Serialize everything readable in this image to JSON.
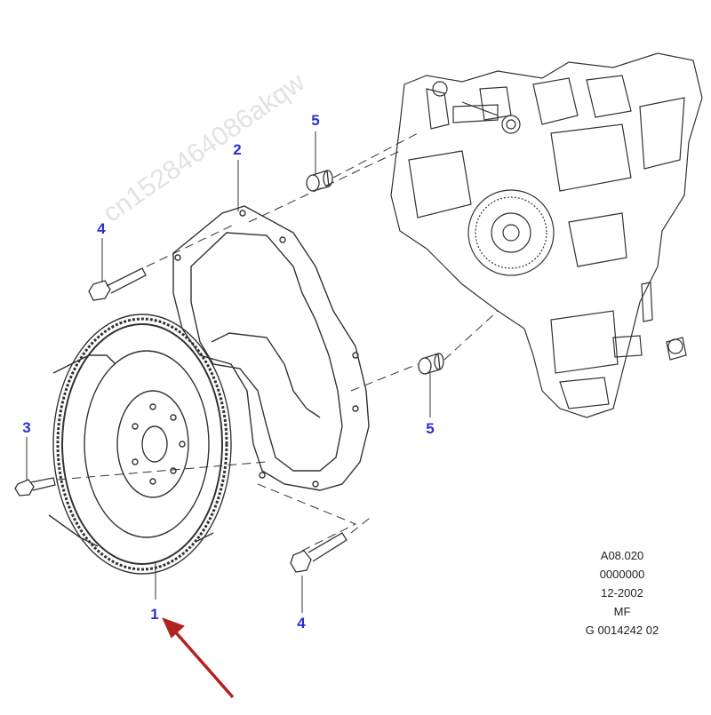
{
  "callouts": {
    "flywheel": "1",
    "adapter_plate": "2",
    "flywheel_bolt": "3",
    "plate_bolt_upper": "4",
    "plate_bolt_lower": "4",
    "dowel_upper": "5",
    "dowel_lower": "5"
  },
  "reference_block": {
    "line1": "A08.020",
    "line2": "0000000",
    "line3": "12-2002",
    "line4": "MF",
    "line5": "G 0014242 02"
  },
  "watermark": {
    "text": "cn1528464086akqw"
  },
  "colors": {
    "callout": "#2a2fd6",
    "arrow": "#b22222",
    "line": "#222222"
  }
}
